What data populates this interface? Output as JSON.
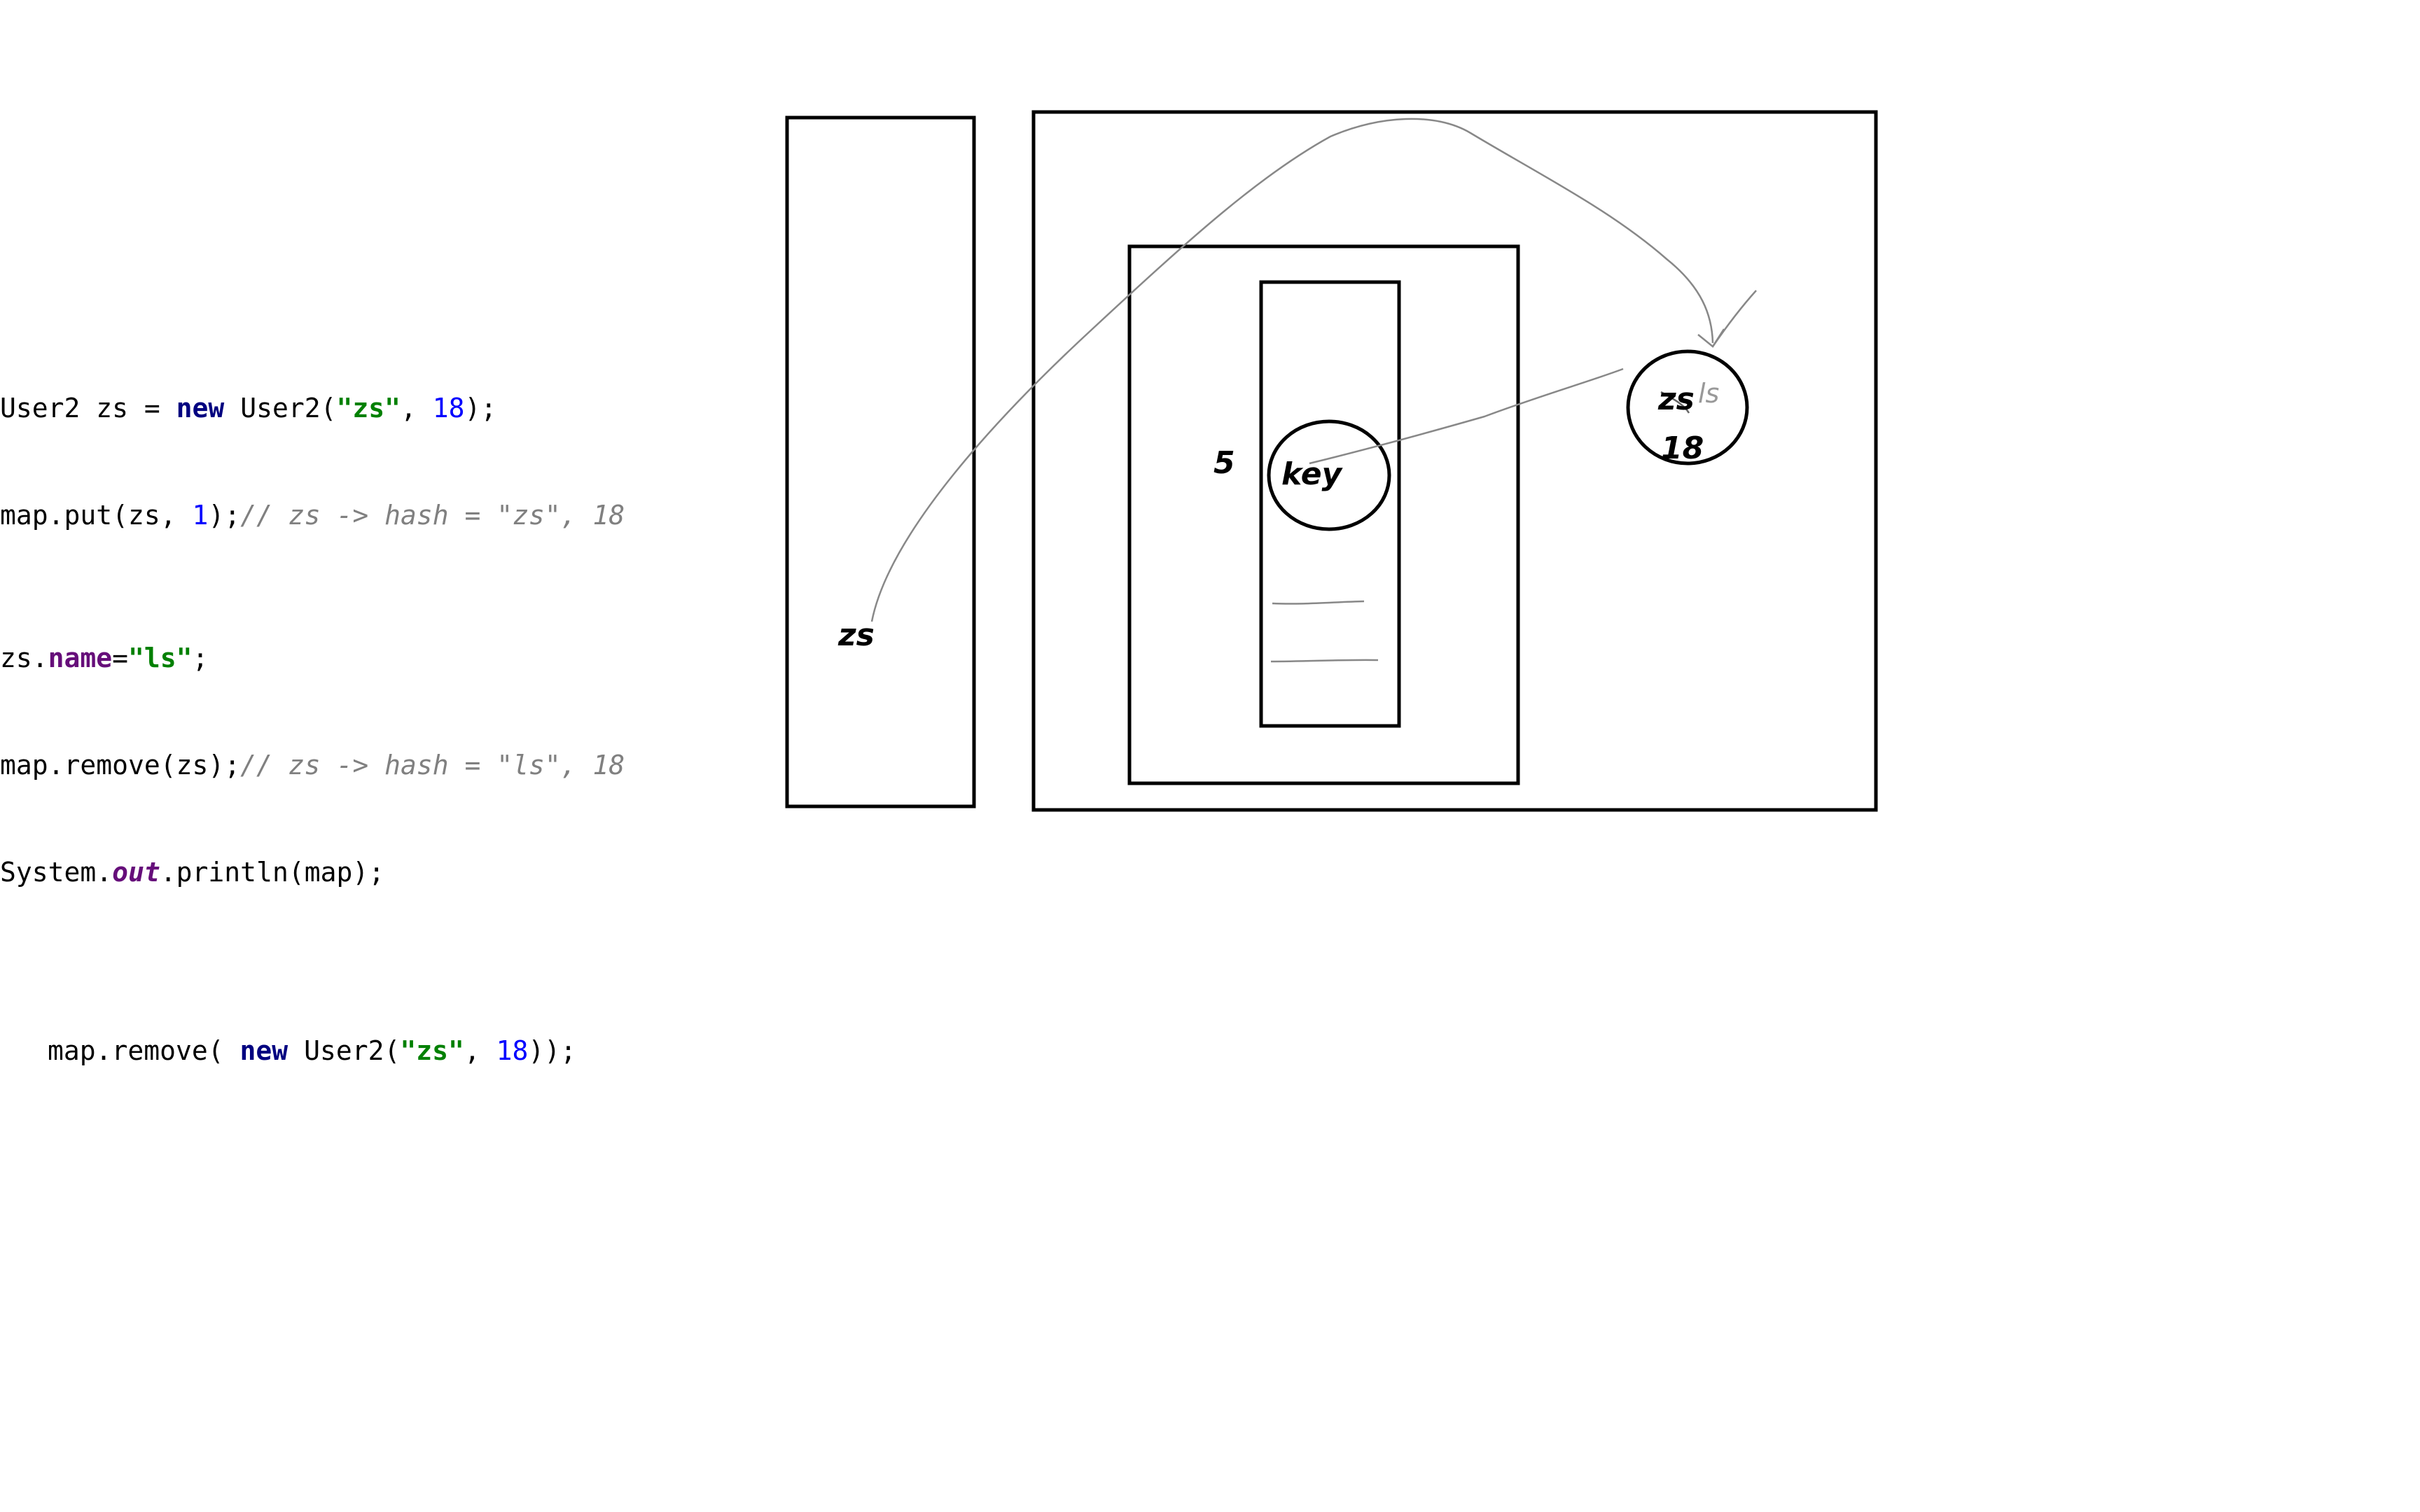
{
  "code": {
    "line1": {
      "t1": "User2 zs = ",
      "kw": "new",
      "t2": " User2(",
      "str": "\"zs\"",
      "t3": ", ",
      "num": "18",
      "t4": ");"
    },
    "line2": {
      "t1": "map.put(zs, ",
      "num": "1",
      "t2": ");",
      "cmt": "// zs -> hash = \"zs\", 18"
    },
    "line3": {
      "t1": "zs.",
      "fld": "name",
      "t2": "=",
      "str": "\"ls\"",
      "t3": ";"
    },
    "line4": {
      "t1": "map.remove(zs);",
      "cmt": "// zs -> hash = \"ls\", 18"
    },
    "line5": {
      "t1": "System.",
      "sfld": "out",
      "t2": ".println(map);"
    },
    "line6": {
      "t1": "map.remove( ",
      "kw": "new",
      "t2": " User2(",
      "str": "\"zs\"",
      "t3": ", ",
      "num": "18",
      "t4": "));"
    }
  },
  "diagram": {
    "stack_var_label": "zs",
    "bucket_index_label": "5",
    "key_node_label": "key",
    "object_name_label": "zs",
    "object_overwrite_label": "ls",
    "object_age_label": "18"
  }
}
